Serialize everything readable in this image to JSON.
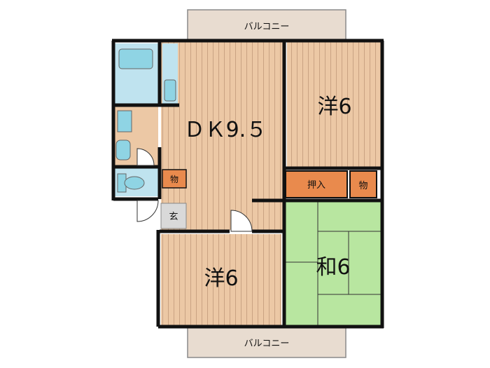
{
  "balconies": {
    "top_label": "バルコニー",
    "bottom_label": "バルコニー"
  },
  "rooms": {
    "dk_label": "ＤＫ9.５",
    "western_upper_label": "洋6",
    "western_lower_label": "洋6",
    "japanese_label": "和6",
    "oshiire_label": "押入",
    "storage_right_label": "物",
    "storage_center_label": "物",
    "entrance_label": "玄"
  },
  "colors": {
    "wood_floor": "#ecc8a5",
    "wood_stripe": "#c9a283",
    "tatami": "#b8e6a0",
    "storage": "#e98a4d",
    "bath": "#bfe3ef",
    "fixture": "#8fd4e4",
    "balcony": "#e8dcd0",
    "entrance": "#d9d9d9",
    "wall": "#111111"
  }
}
